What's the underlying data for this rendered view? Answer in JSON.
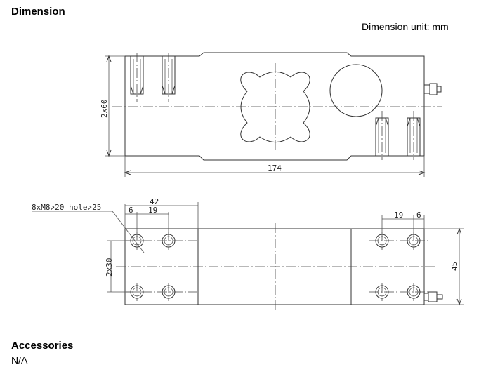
{
  "section_title": "Dimension",
  "unit_note": "Dimension unit: mm",
  "top_view": {
    "height_dim": "2x60",
    "length_dim": "174"
  },
  "bottom_view": {
    "thread_note": "8xM8↗20  hole↗25",
    "dim_42": "42",
    "dim_6_left": "6",
    "dim_19_left": "19",
    "dim_19_right": "19",
    "dim_6_right": "6",
    "dim_2x30": "2x30",
    "dim_45": "45"
  },
  "accessories": {
    "title": "Accessories",
    "value": "N/A"
  }
}
